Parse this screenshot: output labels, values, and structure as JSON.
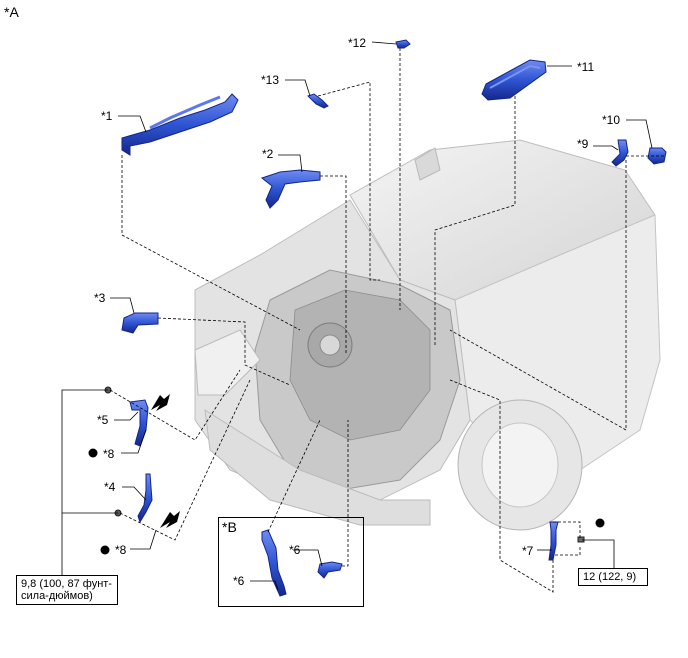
{
  "figure_label": "*A",
  "inset_label": "*B",
  "callouts": {
    "c1": "*1",
    "c2": "*2",
    "c3": "*3",
    "c4": "*4",
    "c5": "*5",
    "c6a": "*6",
    "c6b": "*6",
    "c7": "*7",
    "c8a": "*8",
    "c8b": "*8",
    "c9": "*9",
    "c10": "*10",
    "c11": "*11",
    "c12": "*12",
    "c13": "*13"
  },
  "torque_left": "9,8 (100, 87 фунт-сила-дюймов)",
  "torque_right": "12 (122, 9)",
  "colors": {
    "part_fill": "#2f55d4",
    "part_dark": "#1b2f9a",
    "engine_gray": "#cfcfcf",
    "leader": "#000000"
  }
}
